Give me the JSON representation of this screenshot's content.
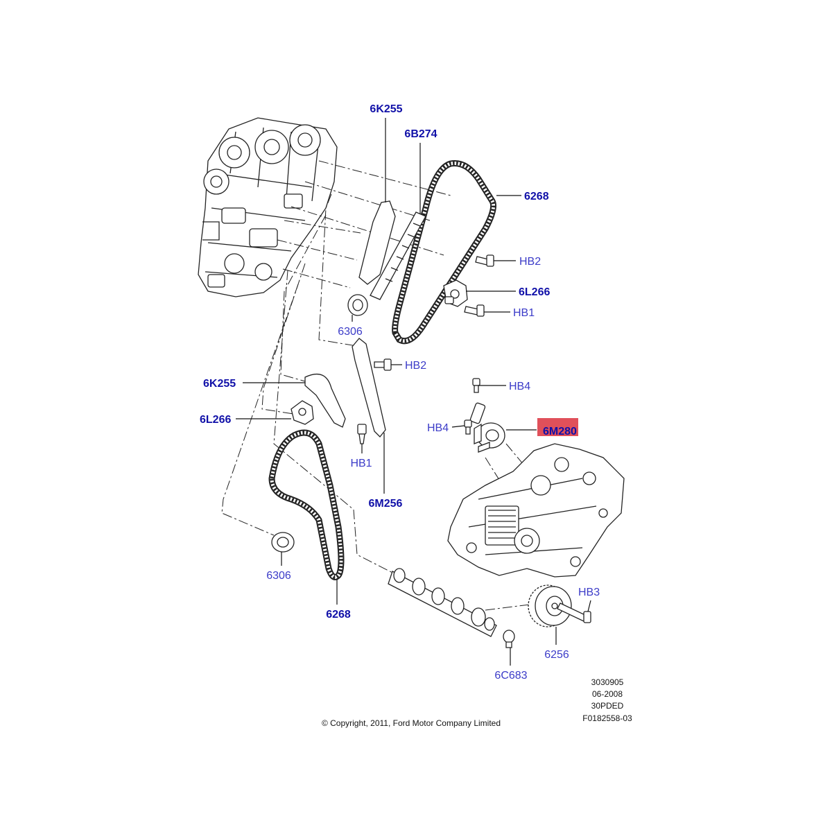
{
  "colors": {
    "part_label": "#1010a8",
    "hardware_label": "#3b3bc8",
    "highlight": "#e0505a",
    "line": "#111111"
  },
  "labels": {
    "top_guide_6k255": "6K255",
    "top_guide_6b274": "6B274",
    "top_chain_6268": "6268",
    "top_bolt_hb2": "HB2",
    "top_tensioner_6l266": "6L266",
    "top_bolt_hb1": "HB1",
    "top_seal_6306": "6306",
    "mid_bolt_hb2": "HB2",
    "mid_guide_6k255": "6K255",
    "mid_tensioner_6l266": "6L266",
    "mid_bolt_hb1": "HB1",
    "mid_guide_6m256": "6M256",
    "upper_bolt_hb4": "HB4",
    "left_bolt_hb4": "HB4",
    "oil_pump_6m280": "6M280",
    "low_seal_6306": "6306",
    "low_chain_6268": "6268",
    "bolt_hb3": "HB3",
    "sprocket_6256": "6256",
    "plug_6c683": "6C683"
  },
  "meta": {
    "code_1": "3030905",
    "code_2": "06-2008",
    "code_3": "30PDED",
    "code_4": "F0182558-03",
    "copyright": "© Copyright, 2011, Ford Motor Company Limited"
  }
}
